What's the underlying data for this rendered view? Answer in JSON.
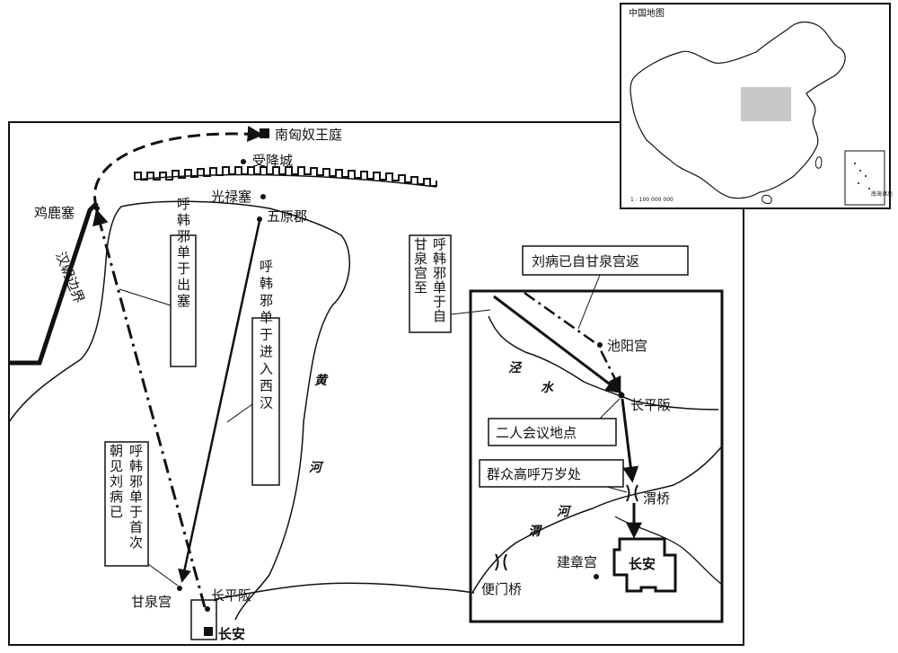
{
  "places": {
    "south_court": "南匈奴王庭",
    "shouxiang": "受降城",
    "jilu": "鸡鹿塞",
    "guanglu": "光禄塞",
    "wuyuan": "五原郡",
    "ganquan": "甘泉宫",
    "changping_small": "长平阪",
    "changan_small": "长安",
    "chiyang": "池阳宫",
    "changping": "长平阪",
    "weiqiao": "渭桥",
    "jianzhang": "建章宫",
    "changan": "长安",
    "bianmen": "便门桥"
  },
  "border_label": "汉朝边界",
  "rivers": {
    "huang_1": "黄",
    "huang_2": "河",
    "jing_1": "泾",
    "jing_2": "水",
    "wei_1": "渭",
    "wei_2": "河"
  },
  "notes": {
    "exit": "呼韩邪单于出塞",
    "enter": "呼韩邪单于进入西汉",
    "first_meet": "呼韩邪单于首次朝见刘病已",
    "from_ganquan": "呼韩邪单于自甘泉宫至",
    "liu_return": "刘病已自甘泉宫返",
    "meeting": "二人会议地点",
    "cheer": "群众高呼万岁处"
  },
  "inset": {
    "title": "中国地图",
    "scale": "1 : 100 000 000",
    "islands": "南海诸岛"
  }
}
